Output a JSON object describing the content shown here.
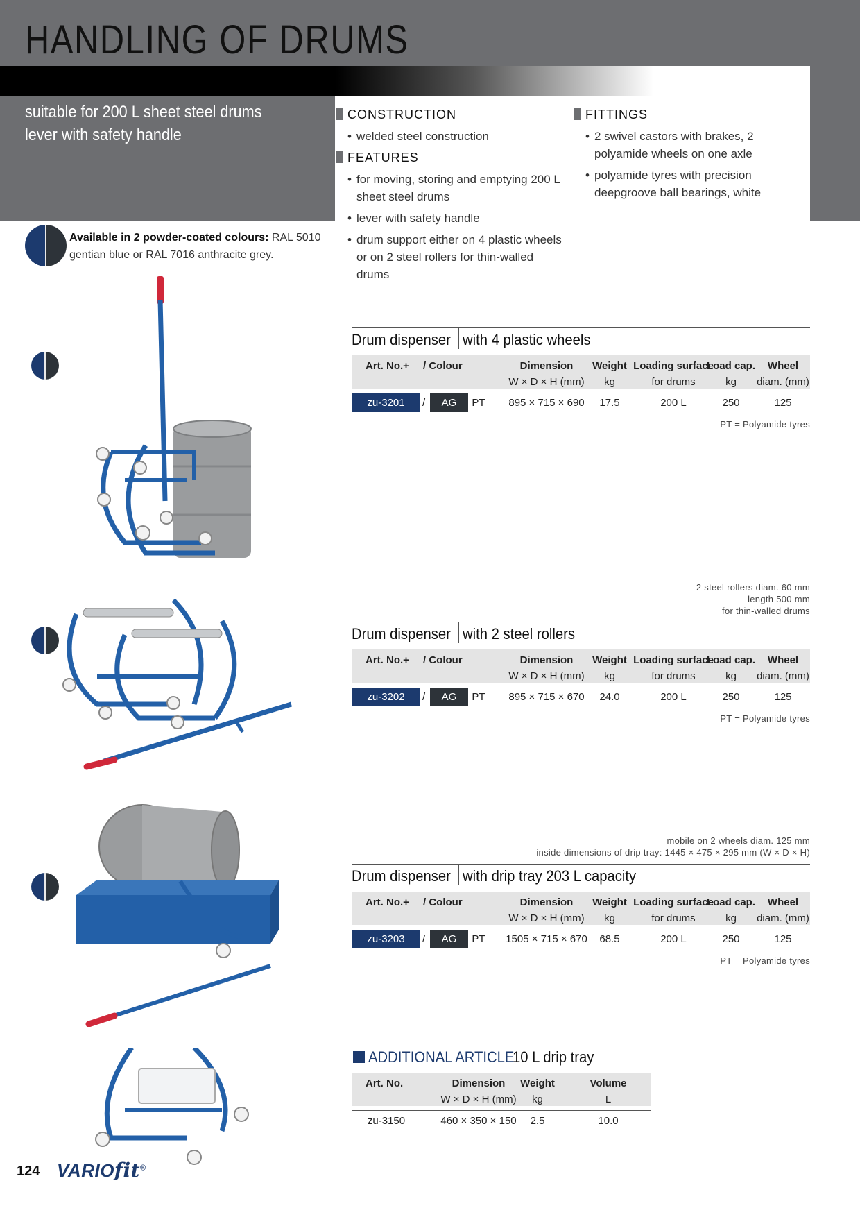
{
  "header": {
    "title": "HANDLING OF DRUMS",
    "subtitle_lines": [
      "suitable for 200 L sheet steel drums",
      "lever with safety handle"
    ]
  },
  "availability": {
    "bold": "Available in 2 powder-coated colours:",
    "text": " RAL 5010 gentian blue or RAL 7016 anthracite grey."
  },
  "construction": {
    "heading": "CONSTRUCTION",
    "items": [
      "welded steel construction"
    ]
  },
  "features": {
    "heading": "FEATURES",
    "items": [
      "for moving, storing and emptying 200 L sheet steel drums",
      "lever with safety handle",
      "drum support either on 4 plastic wheels or on 2 steel rollers for thin-walled drums"
    ]
  },
  "fittings": {
    "heading": "FITTINGS",
    "items": [
      "2 swivel castors with brakes, 2 polyamide wheels on one axle",
      "polyamide tyres with precision deepgroove ball bearings, white"
    ]
  },
  "table_header": {
    "art_no": "Art. No.+",
    "colour": "/  Colour",
    "dimension": "Dimension",
    "dimension_unit": "W × D × H (mm)",
    "weight": "Weight",
    "weight_unit": "kg",
    "loading": "Loading surface",
    "loading_unit": "for drums",
    "load_cap": "Load cap.",
    "load_cap_unit": "kg",
    "wheel": "Wheel",
    "wheel_unit": "diam. (mm)"
  },
  "products": [
    {
      "name": "Drum dispenser",
      "variant": "with 4 plastic wheels",
      "art_no": "zu-3201",
      "slash": "/",
      "colour": "AG",
      "tyre": "PT",
      "dimension": "895 × 715 × 690",
      "weight": "17.5",
      "loading": "200 L",
      "load_cap": "250",
      "wheel": "125",
      "footnote": "PT = Polyamide tyres"
    },
    {
      "name": "Drum dispenser",
      "variant": "with 2 steel rollers",
      "art_no": "zu-3202",
      "slash": "/",
      "colour": "AG",
      "tyre": "PT",
      "dimension": "895 × 715 × 670",
      "weight": "24.0",
      "loading": "200 L",
      "load_cap": "250",
      "wheel": "125",
      "footnote": "PT = Polyamide tyres",
      "notes": [
        "2 steel rollers diam. 60 mm",
        "length 500 mm",
        "for thin-walled drums"
      ]
    },
    {
      "name": "Drum dispenser",
      "variant": "with drip tray 203 L capacity",
      "art_no": "zu-3203",
      "slash": "/",
      "colour": "AG",
      "tyre": "PT",
      "dimension": "1505 × 715 × 670",
      "weight": "68.5",
      "loading": "200 L",
      "load_cap": "250",
      "wheel": "125",
      "footnote": "PT = Polyamide tyres",
      "notes": [
        "mobile on 2 wheels diam. 125 mm",
        "inside dimensions of drip tray: 1445 × 475 × 295 mm (W × D × H)"
      ]
    }
  ],
  "additional": {
    "heading": "ADDITIONAL ARTICLE",
    "name": "10 L drip tray",
    "header": {
      "art_no": "Art. No.",
      "dimension": "Dimension",
      "dimension_unit": "W × D × H (mm)",
      "weight": "Weight",
      "weight_unit": "kg",
      "volume": "Volume",
      "volume_unit": "L"
    },
    "row": {
      "art_no": "zu-3150",
      "dimension": "460 × 350 × 150",
      "weight": "2.5",
      "volume": "10.0"
    }
  },
  "footer": {
    "page_number": "124",
    "brand_a": "VARIO",
    "brand_b": "fit",
    "brand_mark": "®"
  },
  "colors": {
    "header_grey": "#6d6e71",
    "gentian_blue": "#1c3a6e",
    "anthracite": "#2d3339",
    "table_header": "#e4e4e4",
    "handle_red": "#d0283a",
    "steel_blue": "#2360a8"
  }
}
